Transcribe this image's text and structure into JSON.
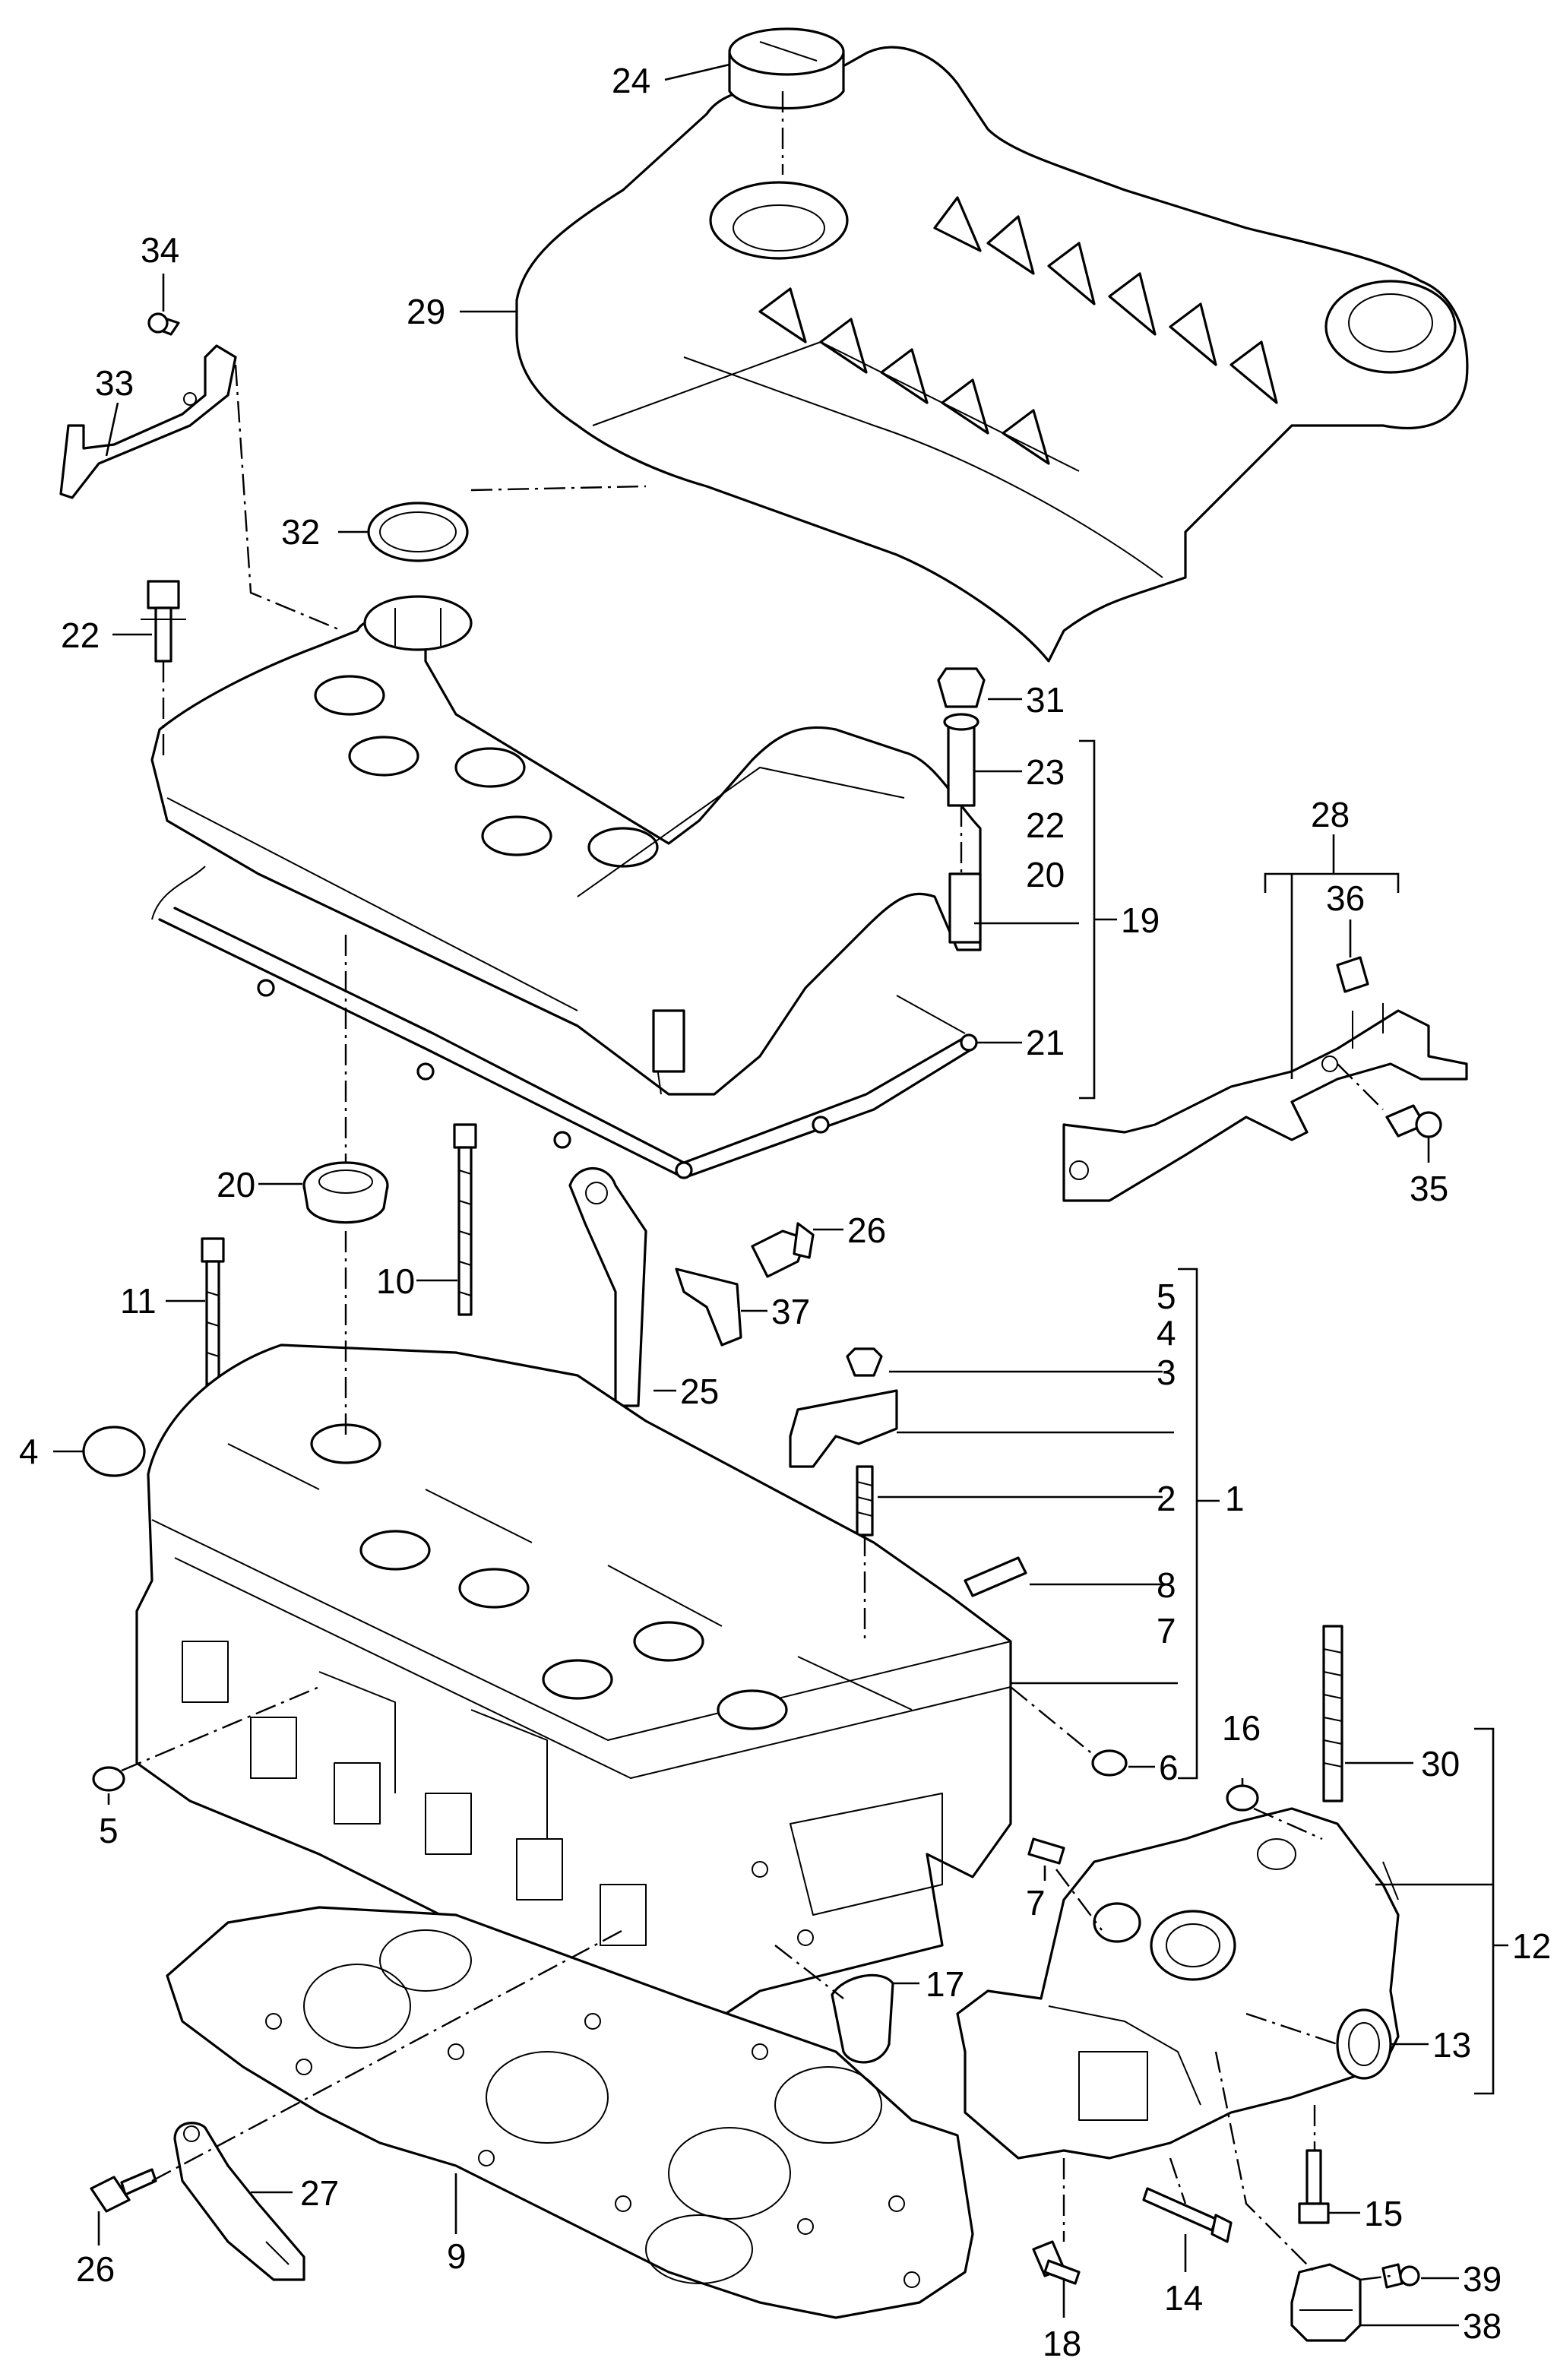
{
  "diagram": {
    "callouts": [
      {
        "id": "p24",
        "label": "24"
      },
      {
        "id": "p29",
        "label": "29"
      },
      {
        "id": "p34",
        "label": "34"
      },
      {
        "id": "p33",
        "label": "33"
      },
      {
        "id": "p32",
        "label": "32"
      },
      {
        "id": "p22a",
        "label": "22"
      },
      {
        "id": "p31",
        "label": "31"
      },
      {
        "id": "p23",
        "label": "23"
      },
      {
        "id": "p22b",
        "label": "22"
      },
      {
        "id": "p20a",
        "label": "20"
      },
      {
        "id": "p19",
        "label": "19"
      },
      {
        "id": "p21",
        "label": "21"
      },
      {
        "id": "p28",
        "label": "28"
      },
      {
        "id": "p36",
        "label": "36"
      },
      {
        "id": "p35",
        "label": "35"
      },
      {
        "id": "p20b",
        "label": "20"
      },
      {
        "id": "p10",
        "label": "10"
      },
      {
        "id": "p26a",
        "label": "26"
      },
      {
        "id": "p11",
        "label": "11"
      },
      {
        "id": "p37",
        "label": "37"
      },
      {
        "id": "p5a",
        "label": "5"
      },
      {
        "id": "p4a",
        "label": "4"
      },
      {
        "id": "p3",
        "label": "3"
      },
      {
        "id": "p25",
        "label": "25"
      },
      {
        "id": "p4b",
        "label": "4"
      },
      {
        "id": "p2",
        "label": "2"
      },
      {
        "id": "p1",
        "label": "1"
      },
      {
        "id": "p8",
        "label": "8"
      },
      {
        "id": "p7a",
        "label": "7"
      },
      {
        "id": "p6",
        "label": "6"
      },
      {
        "id": "p5b",
        "label": "5"
      },
      {
        "id": "p16",
        "label": "16"
      },
      {
        "id": "p30",
        "label": "30"
      },
      {
        "id": "p7b",
        "label": "7"
      },
      {
        "id": "p12",
        "label": "12"
      },
      {
        "id": "p17",
        "label": "17"
      },
      {
        "id": "p13",
        "label": "13"
      },
      {
        "id": "p27",
        "label": "27"
      },
      {
        "id": "p15",
        "label": "15"
      },
      {
        "id": "p9",
        "label": "9"
      },
      {
        "id": "p26b",
        "label": "26"
      },
      {
        "id": "p39",
        "label": "39"
      },
      {
        "id": "p18",
        "label": "18"
      },
      {
        "id": "p14",
        "label": "14"
      },
      {
        "id": "p38",
        "label": "38"
      }
    ]
  }
}
